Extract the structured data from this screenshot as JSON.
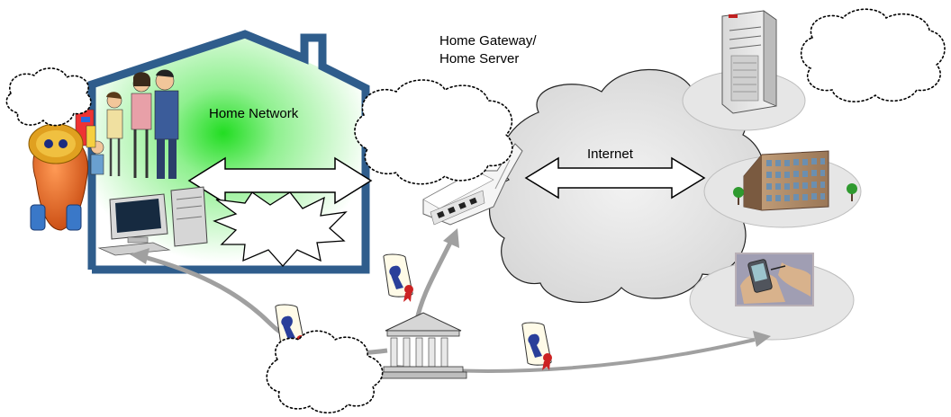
{
  "labels": {
    "gateway_line1": "Home Gateway/",
    "gateway_line2": "Home Server",
    "home_network": "Home Network",
    "internet": "Internet"
  },
  "colors": {
    "house_outline": "#2f5d8c",
    "home_network_glow": "#22dd22",
    "internet_cloud": "#e4e4e4",
    "arrow_gray": "#a0a0a0",
    "certificate_seal": "#cc2222",
    "certificate_key": "#2a3f9a"
  },
  "icons": [
    "house-icon",
    "family-icon",
    "robot-toy-icon",
    "desktop-computer-icon",
    "home-gateway-device-icon",
    "server-tower-icon",
    "office-building-icon",
    "pda-hand-icon",
    "institution-building-icon",
    "certificate-icon"
  ]
}
